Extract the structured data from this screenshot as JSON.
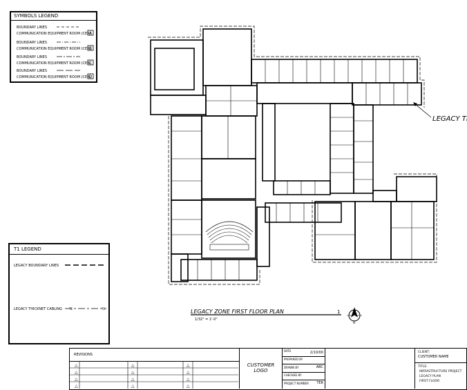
{
  "symbols_legend": {
    "title": "SYMBOLS LEGEND",
    "items": [
      {
        "line_label": "BOUNDARY LINES",
        "room_label": "COMMUNICATION EQUIPMENT ROOM (CER)",
        "key": "A"
      },
      {
        "line_label": "BOUNDARY LINES",
        "room_label": "COMMUNICATION EQUIPMENT ROOM (CER)",
        "key": "B"
      },
      {
        "line_label": "BOUNDARY LINES",
        "room_label": "COMMUNICATION EQUIPMENT ROOM (CER)",
        "key": "C"
      },
      {
        "line_label": "BOUNDARY LINES",
        "room_label": "COMMUNICATION EQUIPMENT ROOM (CER)",
        "key": "D"
      }
    ]
  },
  "t1_legend": {
    "title": "T1 LEGEND",
    "boundary_label": "LEGACY BOUNDARY LINES",
    "cabling_label": "LEGACY THICKNET CABLING",
    "cabling_marker": "TE"
  },
  "plan": {
    "callout": "LEGACY Th",
    "title": "LEGACY ZONE FIRST FLOOR PLAN",
    "sheet_number": "1",
    "scale": "1/32\" = 1'-0\"",
    "north_letter": "N"
  },
  "title_block": {
    "revisions_label": "REVISIONS",
    "revision_symbol": "△",
    "customer_logo_line1": "CUSTOMER",
    "customer_logo_line2": "LOGO",
    "info_rows": [
      {
        "label": "DATE",
        "value": "2/10/00"
      },
      {
        "label": "PREPARED BY",
        "value": ""
      },
      {
        "label": "DRAWN BY",
        "value": "ABC"
      },
      {
        "label": "CHECKED BY",
        "value": ""
      },
      {
        "label": "PROJECT NUMBER",
        "value": "TER"
      }
    ],
    "client_label": "CLIENT:",
    "client_name": "CUSTOMER NAME",
    "title_label": "TITLE:",
    "title_lines": [
      "INFRASTRUCTURE PROJECT",
      "LEGACY PLAN",
      "FIRST FLOOR"
    ]
  }
}
